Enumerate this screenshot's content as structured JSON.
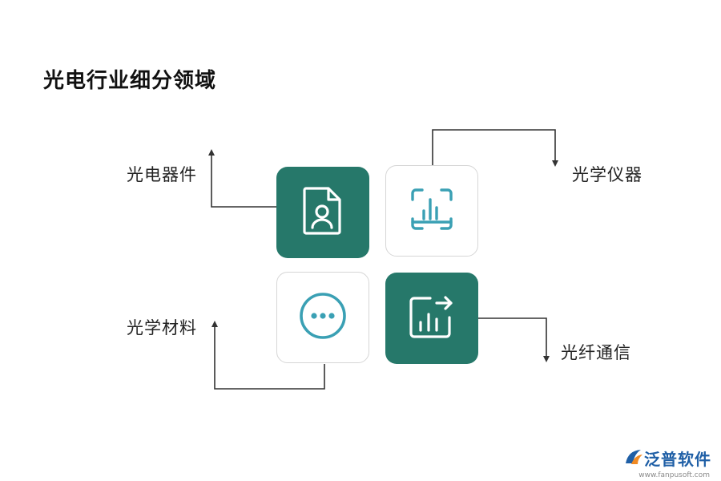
{
  "title": "光电行业细分领域",
  "nodes": {
    "top_left": {
      "label": "光电器件",
      "icon": "user-document-icon",
      "style": "dark"
    },
    "top_right": {
      "label": "光学仪器",
      "icon": "scan-chart-icon",
      "style": "light"
    },
    "bottom_left": {
      "label": "光学材料",
      "icon": "ellipsis-circle-icon",
      "style": "light"
    },
    "bottom_right": {
      "label": "光纤通信",
      "icon": "chart-share-icon",
      "style": "dark"
    }
  },
  "colors": {
    "dark_tile": "#26786a",
    "light_icon": "#3aa0b4",
    "logo_blue": "#1f5fa6",
    "logo_orange": "#f08a24"
  },
  "watermark": {
    "brand": "泛普软件",
    "url": "www.fanpusoft.com"
  }
}
